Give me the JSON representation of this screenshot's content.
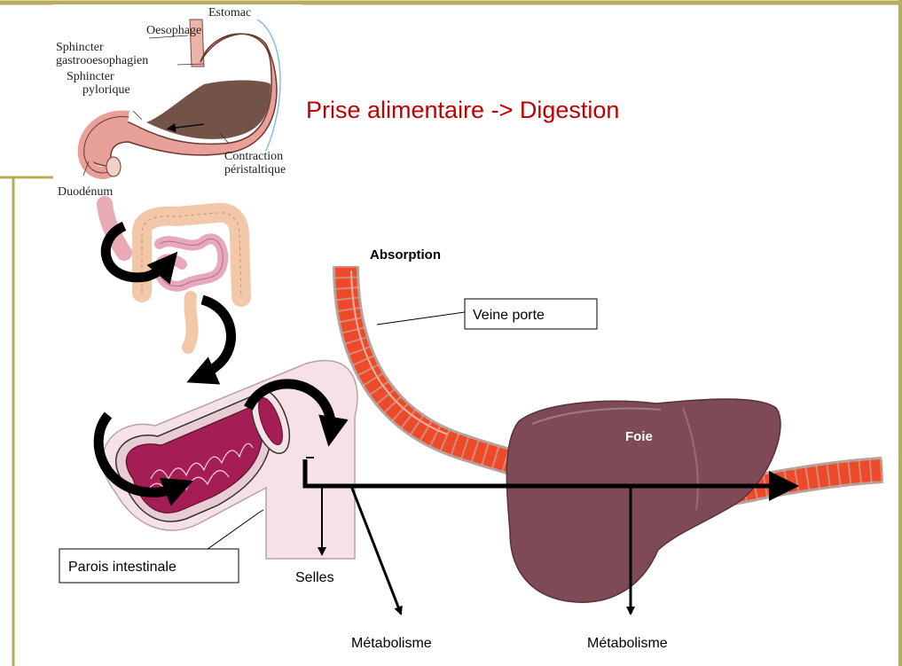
{
  "title": "Prise alimentaire -> Digestion",
  "stomach_labels": {
    "oesophage": "Oesophage",
    "estomac": "Estomac",
    "sphincter1_line1": "Sphincter",
    "sphincter1_line2": "gastrooesophagien",
    "sphincter2_line1": "Sphincter",
    "sphincter2_line2": "pylorique",
    "contraction_line1": "Contraction",
    "contraction_line2": "péristaltique",
    "duodenum": "Duodénum"
  },
  "labels": {
    "absorption": "Absorption",
    "veine_porte": "Veine porte",
    "foie": "Foie",
    "parois": "Parois intestinale",
    "selles": "Selles",
    "metabolisme_1": "Métabolisme",
    "metabolisme_2": "Métabolisme"
  },
  "colors": {
    "title": "#c00000",
    "frame": "#b7ad5a",
    "vein": "#ee4a2a",
    "liver": "#7d4a55",
    "intestine_lumen": "#a51d55",
    "stomach": "#e8a19a"
  }
}
